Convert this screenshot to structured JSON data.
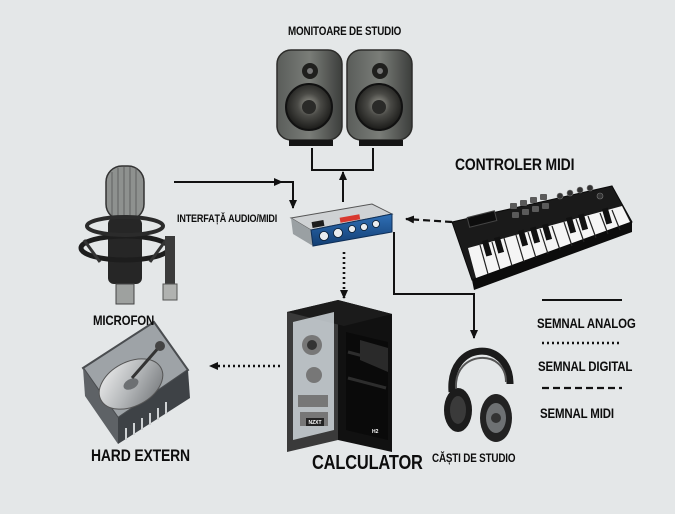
{
  "labels": {
    "monitors": "MONITOARE DE STUDIO",
    "controller": "CONTROLER MIDI",
    "interface": "INTERFAȚĂ AUDIO/MIDI",
    "microphone": "MICROFON",
    "hard_drive": "HARD EXTERN",
    "computer": "CALCULATOR",
    "headphones": "CĂȘTI DE STUDIO"
  },
  "legend": {
    "analog": "SEMNAL ANALOG",
    "digital": "SEMNAL DIGITAL",
    "midi": "SEMNAL MIDI"
  },
  "device_text": {
    "pc_brand": "NZXT",
    "pc_model": "H2"
  }
}
